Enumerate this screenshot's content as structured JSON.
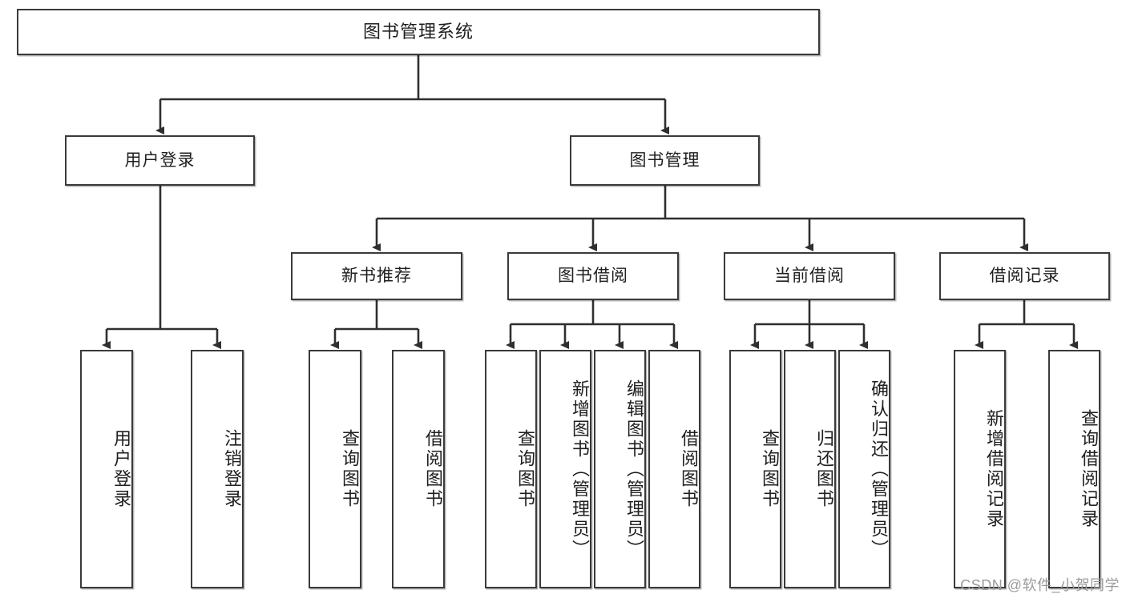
{
  "diagram": {
    "title_node": {
      "label": "图书管理系统"
    },
    "level1": [
      {
        "id": "user-login",
        "label": "用户登录"
      },
      {
        "id": "book-management",
        "label": "图书管理"
      }
    ],
    "level2": [
      {
        "id": "new-book-recommend",
        "label": "新书推荐"
      },
      {
        "id": "book-borrow",
        "label": "图书借阅"
      },
      {
        "id": "current-borrow",
        "label": "当前借阅"
      },
      {
        "id": "borrow-record",
        "label": "借阅记录"
      }
    ],
    "leaves": {
      "user_login": [
        {
          "id": "leaf-user-login",
          "label": "用户登录"
        },
        {
          "id": "leaf-logout",
          "label": "注销登录"
        }
      ],
      "new_book_recommend": [
        {
          "id": "leaf-query-book-1",
          "label": "查询图书"
        },
        {
          "id": "leaf-borrow-book-1",
          "label": "借阅图书"
        }
      ],
      "book_borrow": [
        {
          "id": "leaf-query-book-2",
          "label": "查询图书"
        },
        {
          "id": "leaf-add-book",
          "label": "新增图书（管理员）"
        },
        {
          "id": "leaf-edit-book",
          "label": "编辑图书（管理员）"
        },
        {
          "id": "leaf-borrow-book-2",
          "label": "借阅图书"
        }
      ],
      "current_borrow": [
        {
          "id": "leaf-query-book-3",
          "label": "查询图书"
        },
        {
          "id": "leaf-return-book",
          "label": "归还图书"
        },
        {
          "id": "leaf-confirm-return",
          "label": "确认归还（管理员）"
        }
      ],
      "borrow_record": [
        {
          "id": "leaf-add-record",
          "label": "新增借阅记录"
        },
        {
          "id": "leaf-query-record",
          "label": "查询借阅记录"
        }
      ]
    }
  },
  "watermark": {
    "text": "CSDN @软件_小贺同学"
  },
  "colors": {
    "border": "#3a3a3a",
    "text": "#1f1f1f",
    "background": "#ffffff",
    "watermark": "#9b9b9b"
  }
}
